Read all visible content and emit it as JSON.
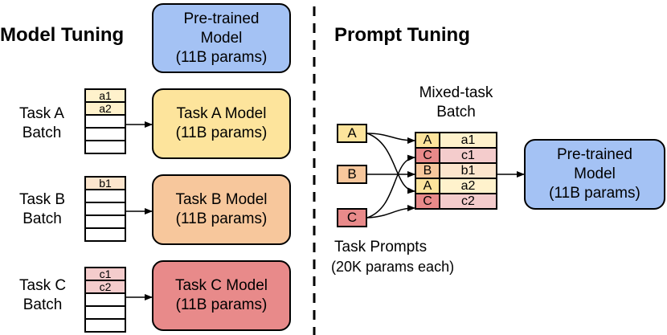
{
  "colors": {
    "blue": "#a4c2f4",
    "yellow": "#fde49c",
    "orange": "#f7c79c",
    "red": "#e88a8a",
    "light_yellow": "#fff2cc",
    "light_orange": "#fce5cd",
    "light_red": "#f4cccc"
  },
  "left": {
    "heading": "Model Tuning",
    "pretrained": {
      "line1": "Pre-trained",
      "line2": "Model",
      "line3": "(11B params)"
    },
    "tasks": [
      {
        "label1": "Task A",
        "label2": "Batch",
        "rows": [
          "a1",
          "a2",
          "",
          "",
          ""
        ],
        "model1": "Task A Model",
        "model2": "(11B params)"
      },
      {
        "label1": "Task B",
        "label2": "Batch",
        "rows": [
          "b1",
          "",
          "",
          "",
          ""
        ],
        "model1": "Task B Model",
        "model2": "(11B params)"
      },
      {
        "label1": "Task C",
        "label2": "Batch",
        "rows": [
          "c1",
          "c2",
          "",
          "",
          ""
        ],
        "model1": "Task C Model",
        "model2": "(11B params)"
      }
    ]
  },
  "right": {
    "heading": "Prompt Tuning",
    "mixed_title1": "Mixed-task",
    "mixed_title2": "Batch",
    "prompts": [
      "A",
      "B",
      "C"
    ],
    "mixed_rows": [
      {
        "task": "A",
        "example": "a1"
      },
      {
        "task": "C",
        "example": "c1"
      },
      {
        "task": "B",
        "example": "b1"
      },
      {
        "task": "A",
        "example": "a2"
      },
      {
        "task": "C",
        "example": "c2"
      }
    ],
    "task_prompts_title": "Task Prompts",
    "task_prompts_sub": "(20K params each)",
    "pretrained": {
      "line1": "Pre-trained",
      "line2": "Model",
      "line3": "(11B params)"
    }
  }
}
